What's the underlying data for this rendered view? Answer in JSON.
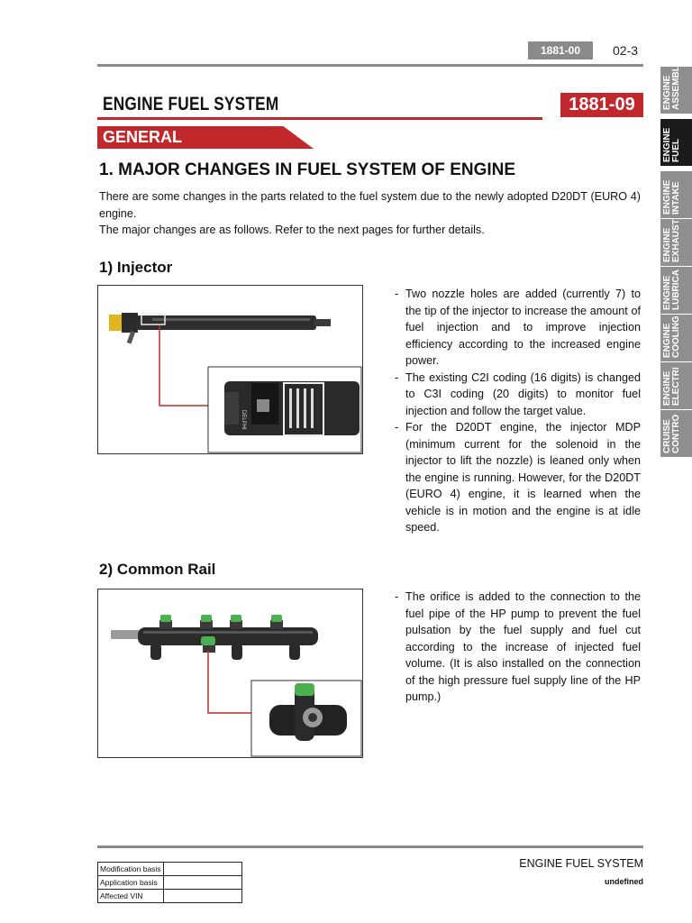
{
  "header": {
    "code": "1881-00",
    "page": "02-3"
  },
  "side_tabs": [
    {
      "line1": "ENGINE",
      "line2": "ASSEMBL",
      "active": false
    },
    {
      "line1": "ENGINE",
      "line2": "FUEL",
      "active": true
    },
    {
      "line1": "ENGINE",
      "line2": "INTAKE",
      "active": false
    },
    {
      "line1": "ENGINE",
      "line2": "EXHAUST",
      "active": false
    },
    {
      "line1": "ENGINE",
      "line2": "LUBRICA",
      "active": false
    },
    {
      "line1": "ENGINE",
      "line2": "COOLING",
      "active": false
    },
    {
      "line1": "ENGINE",
      "line2": "ELECTRI",
      "active": false
    },
    {
      "line1": "CRUISE",
      "line2": "CONTRO",
      "active": false
    }
  ],
  "section": {
    "title": "ENGINE FUEL SYSTEM",
    "code": "1881-09",
    "subtitle": "GENERAL"
  },
  "heading": "1. MAJOR CHANGES IN FUEL SYSTEM OF ENGINE",
  "intro": [
    "There are some changes in the parts related to the fuel system due to the newly adopted D20DT (EURO 4) engine.",
    "The major changes are as follows. Refer to the next pages for further details."
  ],
  "injector": {
    "title": "1) Injector",
    "label_text": "DELPHI",
    "bullets": [
      "Two nozzle holes are added (currently 7) to the tip of the injector to increase the amount of fuel injection and to improve injection efficiency according to the increased engine power.",
      "The existing C2I coding (16 digits) is changed to C3I coding (20 digits) to monitor fuel injection and follow the target value.",
      "For the D20DT engine, the injector MDP (minimum current for the solenoid in the injector to lift the nozzle) is leaned only when the engine is running. However, for the D20DT (EURO 4) engine, it is learned when the vehicle is in motion and the engine is at idle speed."
    ]
  },
  "common_rail": {
    "title": "2) Common Rail",
    "bullets": [
      "The orifice is added to the connection to the fuel pipe of the HP pump to prevent the fuel pulsation by the fuel supply and fuel cut according to the increase of injected fuel volume. (It is also installed on the connection of the high pressure fuel supply line of the HP pump.)"
    ]
  },
  "footer": {
    "title": "ENGINE FUEL SYSTEM",
    "subtitle": "undefined",
    "table": [
      "Modification basis",
      "Application basis",
      "Affected VIN"
    ]
  },
  "colors": {
    "accent": "#c0282b",
    "gray": "#8a8a8a",
    "tab_active": "#1a1a1a"
  }
}
